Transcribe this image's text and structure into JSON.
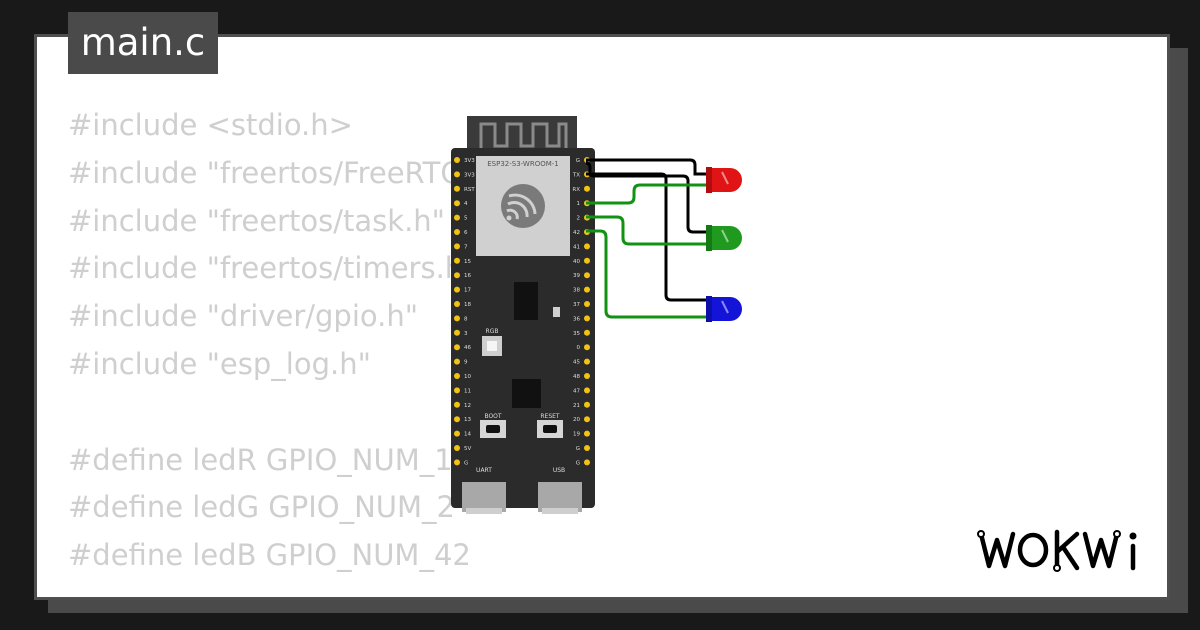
{
  "editor": {
    "tab_title": "main.c",
    "code_lines": [
      "#include <stdio.h>",
      "#include \"freertos/FreeRTOS.h\"",
      "#include \"freertos/task.h\"",
      "#include \"freertos/timers.h\"",
      "#include \"driver/gpio.h\"",
      "#include \"esp_log.h\"",
      "",
      "#define ledR GPIO_NUM_1",
      "#define ledG GPIO_NUM_2",
      "#define ledB GPIO_NUM_42"
    ]
  },
  "board": {
    "module_label": "ESP32-S3-WROOM-1",
    "left_pins": [
      "3V3",
      "3V3",
      "RST",
      "4",
      "5",
      "6",
      "7",
      "15",
      "16",
      "17",
      "18",
      "8",
      "3",
      "46",
      "9",
      "10",
      "11",
      "12",
      "13",
      "14",
      "5V",
      "G"
    ],
    "right_pins": [
      "G",
      "TX",
      "RX",
      "1",
      "2",
      "42",
      "41",
      "40",
      "39",
      "38",
      "37",
      "36",
      "35",
      "0",
      "45",
      "48",
      "47",
      "21",
      "20",
      "19",
      "G",
      "G"
    ],
    "rgb_label": "RGB",
    "boot_label": "BOOT",
    "reset_label": "RESET",
    "uart_label": "UART",
    "usb_label": "USB"
  },
  "leds": [
    {
      "color": "red",
      "hex": "#e01414",
      "connected_gpio": "1"
    },
    {
      "color": "green",
      "hex": "#1f9a1f",
      "connected_gpio": "2"
    },
    {
      "color": "blue",
      "hex": "#1414d8",
      "connected_gpio": "42"
    }
  ],
  "colors": {
    "wire_ground": "#000000",
    "wire_signal": "#129212",
    "pin": "#f2c314",
    "board": "#2b2b2b"
  },
  "brand": {
    "logo_text": "WOKWi"
  }
}
